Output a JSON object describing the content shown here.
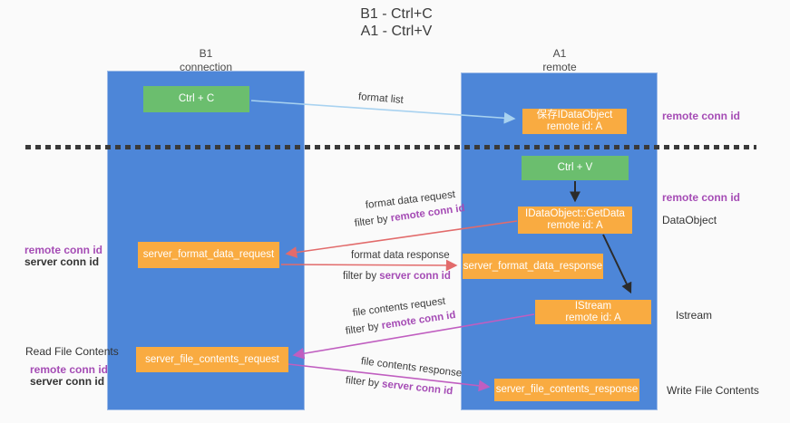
{
  "title": {
    "line1": "B1 - Ctrl+C",
    "line2": "A1 - Ctrl+V"
  },
  "columns": {
    "left": {
      "name": "B1",
      "role": "connection"
    },
    "right": {
      "name": "A1",
      "role": "remote"
    }
  },
  "nodes": {
    "ctrl_c": {
      "label": "Ctrl + C"
    },
    "ctrl_v": {
      "label": "Ctrl + V"
    },
    "save_dataobject": {
      "line1": "保存IDataObject",
      "line2": "remote id: A"
    },
    "getdata": {
      "line1": "IDataObject::GetData",
      "line2": "remote id: A"
    },
    "istream": {
      "line1": "IStream",
      "line2": "remote id: A"
    },
    "server_format_data_request": {
      "label": "server_format_data_request"
    },
    "server_format_data_response": {
      "label": "server_format_data_response"
    },
    "server_file_contents_request": {
      "label": "server_file_contents_request"
    },
    "server_file_contents_response": {
      "label": "server_file_contents_response"
    }
  },
  "arrows": {
    "format_list": {
      "label": "format list"
    },
    "format_data_request": {
      "label": "format data request",
      "filter_prefix": "filter by ",
      "filter_key": "remote conn id"
    },
    "format_data_response": {
      "label": "format data response",
      "filter_prefix": "filter by ",
      "filter_key": "server conn id"
    },
    "file_contents_request": {
      "label": "file contents request",
      "filter_prefix": "filter by ",
      "filter_key": "remote conn id"
    },
    "file_contents_response": {
      "label": "file contents response",
      "filter_prefix": "filter by ",
      "filter_key": "server conn id"
    }
  },
  "side_labels": {
    "right_remote_conn_id_top": "remote conn id",
    "right_remote_conn_id_mid": "remote conn id",
    "right_dataobject": "DataObject",
    "right_istream": "Istream",
    "right_write_file_contents": "Write File Contents",
    "left_remote_conn_id_top": "remote conn id",
    "left_server_conn_id_top": "server conn id",
    "left_read_file_contents": "Read File Contents",
    "left_remote_conn_id_bottom": "remote conn id",
    "left_server_conn_id_bottom": "server conn id"
  },
  "colors": {
    "column_blue": "#4d86d8",
    "node_green": "#6bbe6e",
    "node_orange": "#f9ab41",
    "arrow_light_blue": "#a8d2f0",
    "arrow_red": "#e26b6b",
    "arrow_magenta": "#c05ec0",
    "arrow_black": "#2b2b2b",
    "text_purple": "#a54cb5",
    "text_green": "#58b55c",
    "background": "#fafafa"
  }
}
